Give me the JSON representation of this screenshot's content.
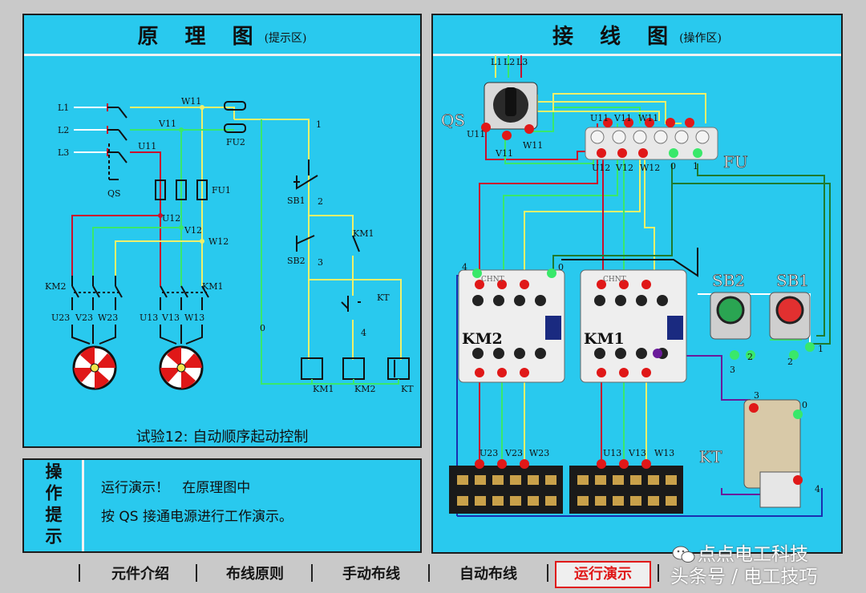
{
  "left_panel": {
    "title": "原 理 图",
    "title_note": "(提示区)",
    "caption": "试验12: 自动顺序起动控制",
    "labels": {
      "L1": "L1",
      "L2": "L2",
      "L3": "L3",
      "W11": "W11",
      "V11": "V11",
      "U11": "U11",
      "QS": "QS",
      "FU1": "FU1",
      "FU2": "FU2",
      "U12": "U12",
      "V12": "V12",
      "W12": "W12",
      "KM2": "KM2",
      "KM1": "KM1",
      "U23": "U23",
      "V23": "V23",
      "W23": "W23",
      "U13": "U13",
      "V13": "V13",
      "W13": "W13",
      "n1": "1",
      "SB1": "SB1",
      "n2": "2",
      "KM1c": "KM1",
      "SB2": "SB2",
      "n3": "3",
      "KT": "KT",
      "n4": "4",
      "n0": "0",
      "coil_KM1": "KM1",
      "coil_KM2": "KM2",
      "coil_KT": "KT"
    }
  },
  "right_panel": {
    "title": "接 线 图",
    "title_note": "(操作区)",
    "labels": {
      "QS": "QS",
      "L1": "L1",
      "L2": "L2",
      "L3": "L3",
      "U11": "U11",
      "V11": "V11",
      "W11": "W11",
      "U11b": "U11",
      "V11b": "V11",
      "W11b": "W11",
      "FU": "FU",
      "U12": "U12",
      "V12": "V12",
      "W12": "W12",
      "f0": "0",
      "f1": "1",
      "KM2": "KM2",
      "KM1": "KM1",
      "SB2": "SB2",
      "SB1": "SB1",
      "k4": "4",
      "k0": "0",
      "sb3": "3",
      "sb2a": "2",
      "sb2b": "2",
      "sb1": "1",
      "KT": "KT",
      "kt3": "3",
      "kt0": "0",
      "kt4": "4",
      "U23": "U23",
      "V23": "V23",
      "W23": "W23",
      "U13": "U13",
      "V13": "V13",
      "W13": "W13",
      "brand": "CHNT"
    }
  },
  "ops": {
    "label": "操作提示",
    "line1": "运行演示！   在原理图中",
    "line2": "按 QS 接通电源进行工作演示。"
  },
  "tabs": [
    {
      "label": "元件介绍"
    },
    {
      "label": "布线原则"
    },
    {
      "label": "手动布线"
    },
    {
      "label": "自动布线"
    },
    {
      "label": "运行演示"
    }
  ],
  "watermark": {
    "line1": "点点电工科技",
    "line2": "头条号 / 电工技巧"
  },
  "colors": {
    "panel_bg": "#29c9ee",
    "wire_red": "#c8102e",
    "wire_green": "#39e86a",
    "wire_yellow": "#eff06a",
    "wire_dark_green": "#1e7a2e",
    "wire_blue": "#1a2fb0",
    "wire_purple": "#6a1b9a",
    "active_tab": "#e01818"
  }
}
